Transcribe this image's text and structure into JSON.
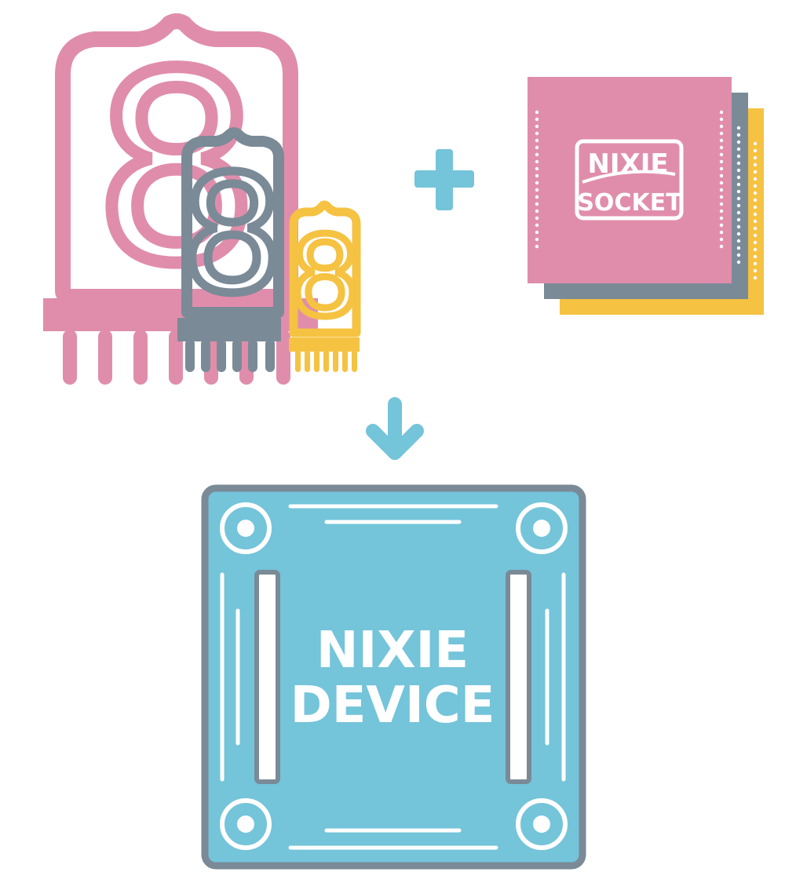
{
  "colors": {
    "pink": "#e08dab",
    "gray": "#7a8a97",
    "yellow": "#f5c242",
    "blue": "#74c4da",
    "white": "#ffffff"
  },
  "tubes": [
    {
      "digit": "8",
      "color_key": "pink",
      "size": "large"
    },
    {
      "digit": "8",
      "color_key": "gray",
      "size": "medium"
    },
    {
      "digit": "8",
      "color_key": "yellow",
      "size": "small"
    }
  ],
  "operators": {
    "plus": "plus-icon",
    "arrow": "arrow-down-icon"
  },
  "socket": {
    "logo_line1": "NIXIE",
    "logo_line2": "SOCKET",
    "layers": [
      "yellow",
      "gray",
      "pink"
    ]
  },
  "device": {
    "label_line1": "NIXIE",
    "label_line2": "DEVICE"
  }
}
